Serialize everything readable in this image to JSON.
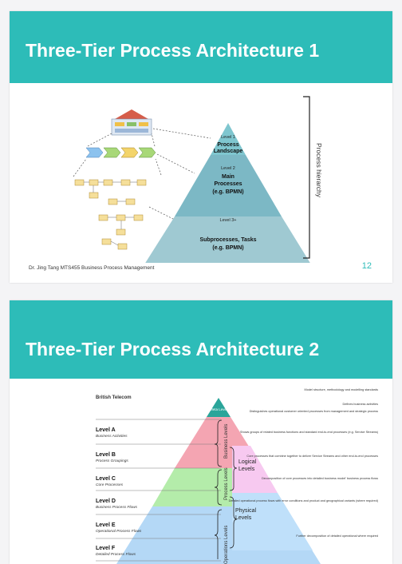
{
  "slide1": {
    "title": "Three-Tier Process Architecture 1",
    "footer": "Dr. Jing Tang MTS455 Business Process Management",
    "page_number": "12",
    "bracket_label": "Process hierarchy",
    "levels": [
      {
        "level": "Level 1",
        "name": "Process",
        "name2": "Landscape",
        "note": ""
      },
      {
        "level": "Level 2",
        "name": "Main",
        "name2": "Processes",
        "note": "(e.g. BPMN)"
      },
      {
        "level": "Level 3+",
        "name": "Subprocesses, Tasks",
        "name2": "",
        "note": "(e.g. BPMN)"
      }
    ]
  },
  "slide2": {
    "title": "Three-Tier Process Architecture 2",
    "company": "British Telecom",
    "meta_label": "Meta Level",
    "levels": [
      {
        "name": "Level A",
        "desc": "Business Activities"
      },
      {
        "name": "Level B",
        "desc": "Process Groupings"
      },
      {
        "name": "Level C",
        "desc": "Core Processes"
      },
      {
        "name": "Level D",
        "desc": "Business Process Flows"
      },
      {
        "name": "Level E",
        "desc": "Operational Process Flows"
      },
      {
        "name": "Level F",
        "desc": "Detailed Process Flows"
      }
    ],
    "vertical_labels": [
      "Business Levels",
      "Process Levels",
      "Operations Levels"
    ],
    "tiers": [
      {
        "line1": "Logical",
        "line2": "Levels"
      },
      {
        "line1": "Physical",
        "line2": "Levels"
      }
    ],
    "right_notes": [
      "Model structure, methodology and modelling standards",
      "Defines business activities",
      "Distinguishes operational customer oriented processes from management and strategic process",
      "Shows groups of related business functions and standard end-to-end processes (e.g. Service Streams)",
      "Core processes that combine together to deliver Service Streams and other end-to-end processes",
      "Decomposition of core processes into detailed business model' business process flows",
      "Detailed operational process flows with error conditions and product and geographical variants (where required)",
      "Further decomposition of detailed operational where required"
    ],
    "colors": {
      "meta": "#2aa59a",
      "business": "#f4a5b2",
      "process": "#b4ecaa",
      "operations": "#b4d8f6",
      "logical": "#f7c9f0",
      "physical": "#bfe0fa"
    }
  }
}
